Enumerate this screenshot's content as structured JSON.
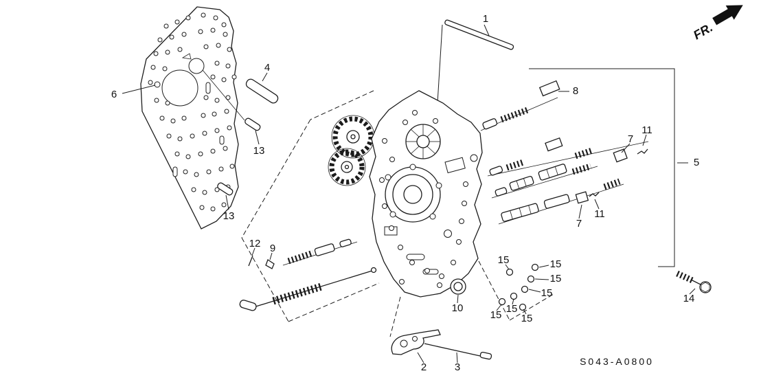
{
  "diagram": {
    "fr_label": "FR.",
    "code": "S043-A0800",
    "callouts": [
      {
        "id": "1",
        "label": "1"
      },
      {
        "id": "4",
        "label": "4"
      },
      {
        "id": "6",
        "label": "6"
      },
      {
        "id": "13-upper",
        "label": "13"
      },
      {
        "id": "13-lower",
        "label": "13"
      },
      {
        "id": "8",
        "label": "8"
      },
      {
        "id": "7-upper",
        "label": "7"
      },
      {
        "id": "11-upper",
        "label": "11"
      },
      {
        "id": "5",
        "label": "5"
      },
      {
        "id": "7-lower",
        "label": "7"
      },
      {
        "id": "11-lower",
        "label": "11"
      },
      {
        "id": "12",
        "label": "12"
      },
      {
        "id": "9",
        "label": "9"
      },
      {
        "id": "15-a",
        "label": "15"
      },
      {
        "id": "15-b",
        "label": "15"
      },
      {
        "id": "15-c",
        "label": "15"
      },
      {
        "id": "15-d",
        "label": "15"
      },
      {
        "id": "15-e",
        "label": "15"
      },
      {
        "id": "15-f",
        "label": "15"
      },
      {
        "id": "15-g",
        "label": "15"
      },
      {
        "id": "10",
        "label": "10"
      },
      {
        "id": "2",
        "label": "2"
      },
      {
        "id": "3",
        "label": "3"
      },
      {
        "id": "14",
        "label": "14"
      }
    ]
  }
}
